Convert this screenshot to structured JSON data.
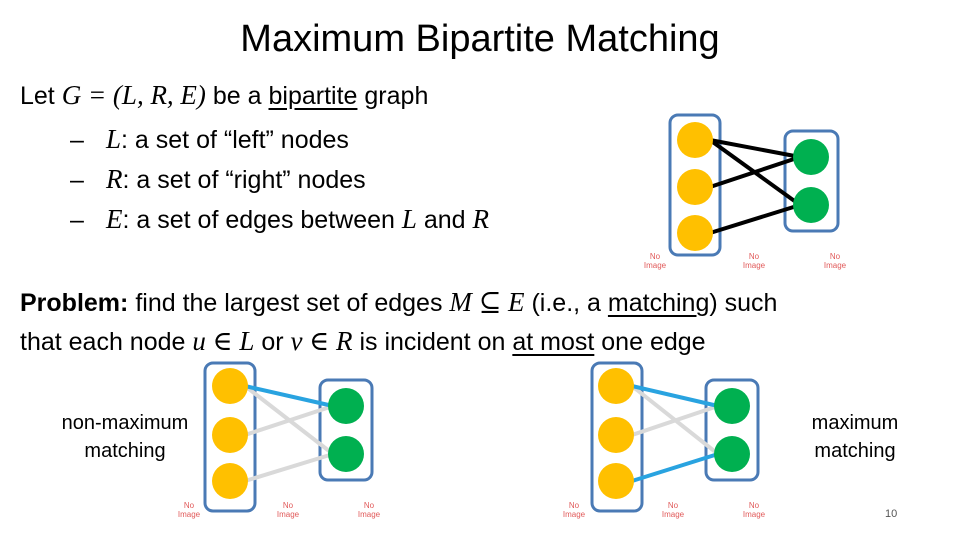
{
  "title": "Maximum Bipartite Matching",
  "intro": {
    "let": "Let",
    "eq": "G = (L, R, E)",
    "be_a": "be a",
    "bipartite": "bipartite",
    "graph": "graph"
  },
  "bullets": [
    {
      "dash": "–",
      "sym": "L",
      "text": ": a set of “left” nodes"
    },
    {
      "dash": "–",
      "sym": "R",
      "text": ": a set of “right” nodes"
    },
    {
      "dash": "–",
      "sym": "E",
      "text": ": a set of edges between",
      "sym2": "L",
      "and": "and",
      "sym3": "R"
    }
  ],
  "problem": {
    "label": "Problem:",
    "p1": "find the largest set of edges",
    "m1": "M ⊆ E",
    "p2": "(i.e., a",
    "matching": "matching",
    "p3": ") such",
    "p4": "that each node",
    "m2": "u ∈ L",
    "or": "or",
    "m3": "v ∈ R",
    "p5": "is incident on",
    "at_most": "at most",
    "p6": "one edge"
  },
  "captions": {
    "left": [
      "non-maximum",
      "matching"
    ],
    "right": [
      "maximum",
      "matching"
    ]
  },
  "no_image": [
    "No",
    "Image"
  ],
  "page_number": "10",
  "colors": {
    "left_node": "#ffc000",
    "right_node": "#00b050",
    "box_border": "#4a7ab5",
    "matched_edge": "#29a3e0",
    "unmatched_edge": "#d9d9d9",
    "black_edge": "#000000",
    "no_image_text": "#e15a5a"
  }
}
